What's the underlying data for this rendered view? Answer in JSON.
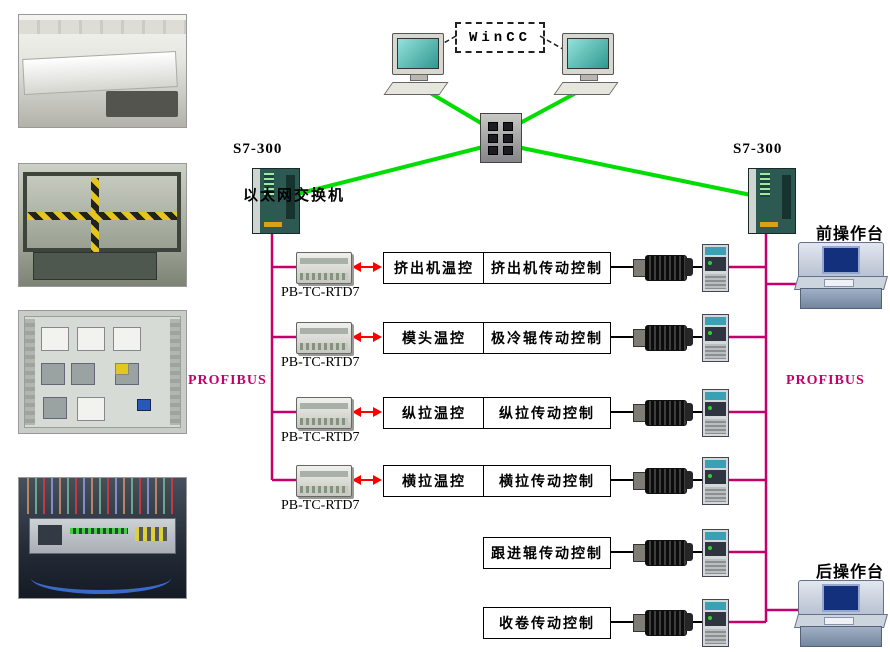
{
  "diagram": {
    "scada_label": "WinCC",
    "switch_label": "以太网交换机",
    "plc_left": "S7-300",
    "plc_right": "S7-300",
    "profibus_left": "PROFIBUS",
    "profibus_right": "PROFIBUS",
    "module_labels": [
      "PB-TC-RTD7",
      "PB-TC-RTD7",
      "PB-TC-RTD7",
      "PB-TC-RTD7"
    ],
    "temp_control_boxes": [
      "挤出机温控",
      "模头温控",
      "纵拉温控",
      "横拉温控"
    ],
    "drive_control_boxes": [
      "挤出机传动控制",
      "极冷辊传动控制",
      "纵拉传动控制",
      "横拉传动控制",
      "跟进辊传动控制",
      "收卷传动控制"
    ],
    "console_front": "前操作台",
    "console_rear": "后操作台"
  },
  "colors": {
    "ethernet_line": "#00dd00",
    "profibus_line": "#c4006a",
    "signal_arrow": "#ff0000"
  },
  "photos": [
    {
      "name": "production-line-hall"
    },
    {
      "name": "film-stretching-machine"
    },
    {
      "name": "electrical-control-cabinet"
    },
    {
      "name": "plc-module-closeup"
    }
  ]
}
